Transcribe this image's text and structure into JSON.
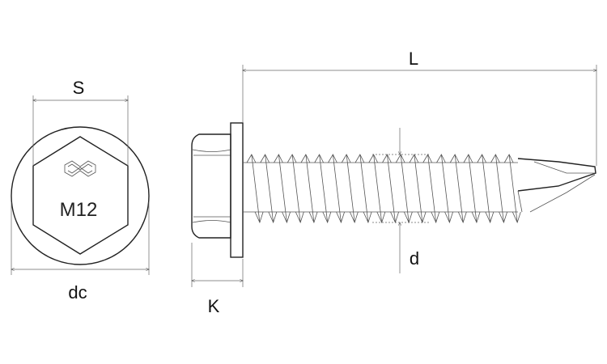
{
  "head_marking": "M12",
  "dimensions": {
    "across_flats": "S",
    "flange_diameter": "dc",
    "head_height": "K",
    "length": "L",
    "thread_diameter": "d"
  },
  "thread_turns": 20
}
